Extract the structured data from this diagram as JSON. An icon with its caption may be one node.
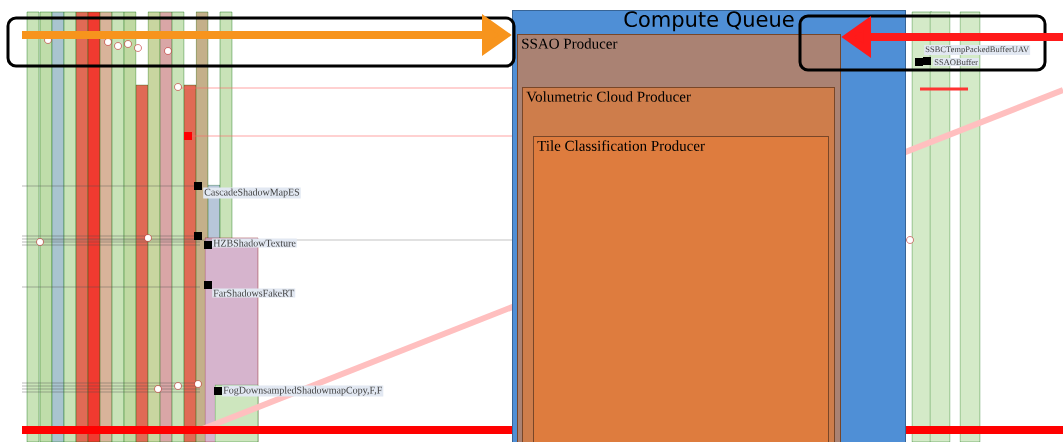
{
  "diagram": {
    "nodes": [
      {
        "text": [
          "Compute Queue"
        ]
      },
      {
        "text": [
          "SSAO Producer"
        ],
        "in": 0
      },
      {
        "text": [
          "Volumetric Cloud Producer"
        ],
        "in": 1
      },
      {
        "text": [
          "Tile Classification Producer"
        ],
        "in": 2
      }
    ],
    "edges": [
      {
        "from": null,
        "to": 0,
        "arrow": "to",
        "color": "#f7941d"
      },
      {
        "from": null,
        "to": 1,
        "arrow": "to",
        "color": "#ff1a1a"
      }
    ],
    "labels": [
      "CascadeShadowMapES",
      "HZBShadowTexture",
      "FarShadowsFakeRT",
      "FogDownsampledShadowmapCopy,F,F",
      "SSBCTempPackedBufferUAV",
      "SSAOBuffer"
    ]
  }
}
